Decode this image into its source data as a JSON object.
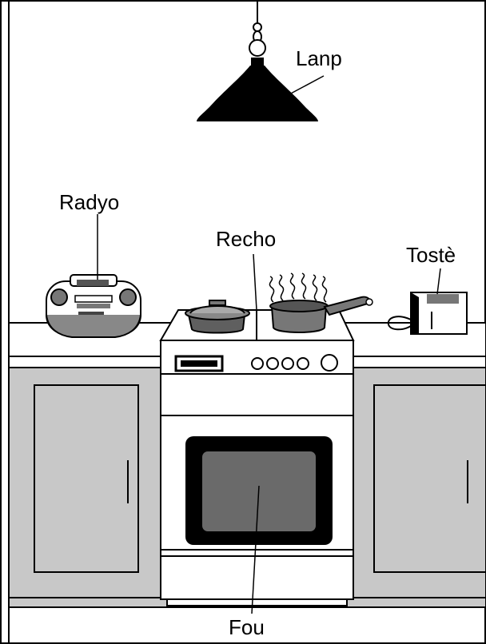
{
  "labels": {
    "lamp": "Lanp",
    "radio": "Radyo",
    "stovetop": "Recho",
    "toaster": "Tostè",
    "oven": "Fou"
  },
  "colors": {
    "outline": "#000000",
    "cabinet": "#c8c8c8",
    "oven_window": "#6a6a6a",
    "pot": "#5f5f5f",
    "background": "#ffffff"
  }
}
